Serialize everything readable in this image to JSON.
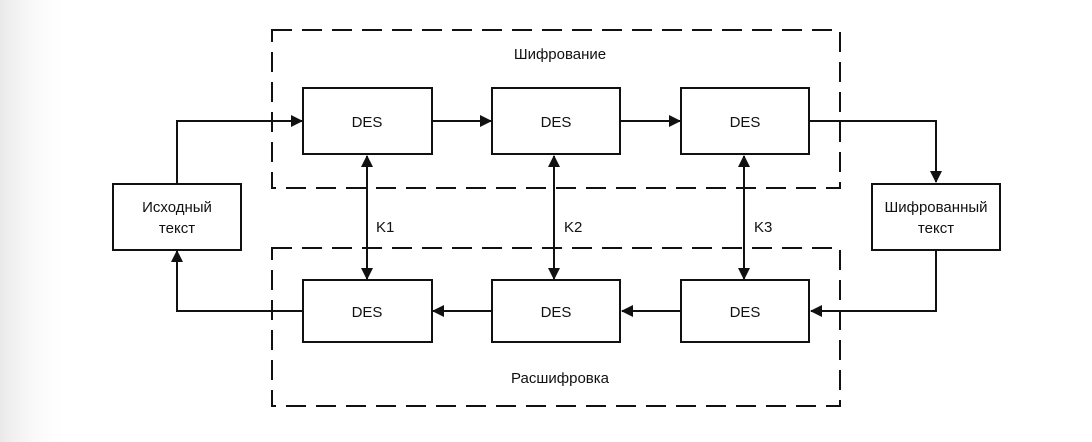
{
  "diagram": {
    "encryption_label": "Шифрование",
    "decryption_label": "Расшифровка",
    "source_text": {
      "line1": "Исходный",
      "line2": "текст"
    },
    "cipher_text": {
      "line1": "Шифрованный",
      "line2": "текст"
    },
    "top_blocks": [
      "DES",
      "DES",
      "DES"
    ],
    "bottom_blocks": [
      "DES",
      "DES",
      "DES"
    ],
    "keys": [
      "K1",
      "K2",
      "K3"
    ]
  },
  "colors": {
    "stroke": "#111111",
    "box_fill": "#ffffff",
    "text": "#111111"
  }
}
